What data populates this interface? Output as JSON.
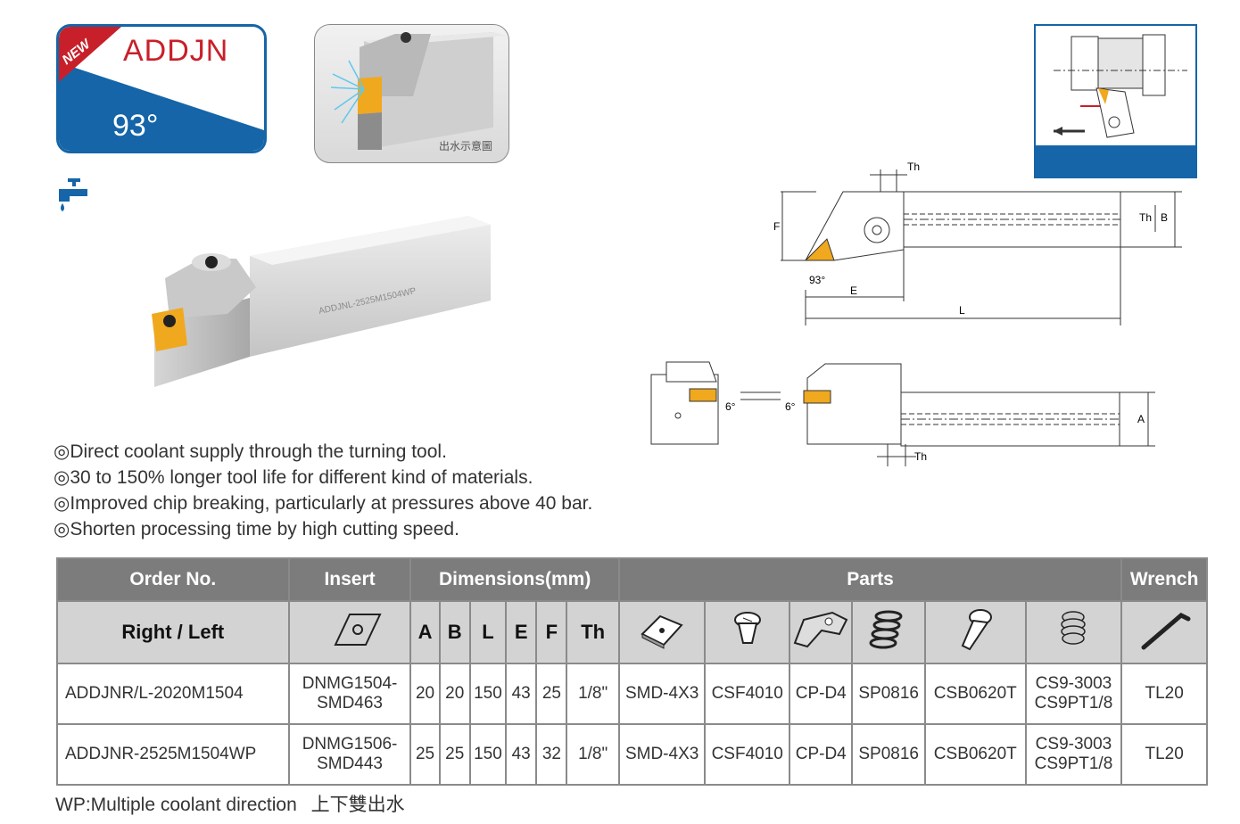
{
  "badge": {
    "new_label": "NEW",
    "model": "ADDJN",
    "angle": "93°"
  },
  "preview": {
    "caption": "出水示意圖"
  },
  "tool": {
    "engraving": "ADDJNL-2525M1504WP"
  },
  "drawing": {
    "th_label": "Th",
    "b_label": "B",
    "f_label": "F",
    "e_label": "E",
    "l_label": "L",
    "a_label": "A",
    "angle_label": "93°",
    "rake_label": "6°"
  },
  "features": [
    "◎Direct coolant supply through the turning tool.",
    "◎30 to 150% longer tool life for different kind of materials.",
    "◎Improved chip breaking, particularly at pressures above 40 bar.",
    "◎Shorten processing time by high cutting speed."
  ],
  "table": {
    "headers": {
      "order": "Order No.",
      "insert": "Insert",
      "dimensions": "Dimensions(mm)",
      "parts": "Parts",
      "wrench": "Wrench"
    },
    "sub": {
      "order": "Right / Left",
      "a": "A",
      "b": "B",
      "l": "L",
      "e": "E",
      "f": "F",
      "th": "Th"
    },
    "rows": [
      {
        "order": "ADDJNR/L-2020M1504",
        "insert": [
          "DNMG1504-",
          "SMD463"
        ],
        "a": "20",
        "b": "20",
        "l": "150",
        "e": "43",
        "f": "25",
        "th": "1/8\"",
        "p1": "SMD-4X3",
        "p2": "CSF4010",
        "p3": "CP-D4",
        "p4": "SP0816",
        "p5": "CSB0620T",
        "p6": [
          "CS9-3003",
          "CS9PT1/8"
        ],
        "wrench": "TL20"
      },
      {
        "order": "ADDJNR-2525M1504WP",
        "insert": [
          "DNMG1506-",
          "SMD443"
        ],
        "a": "25",
        "b": "25",
        "l": "150",
        "e": "43",
        "f": "32",
        "th": "1/8\"",
        "p1": "SMD-4X3",
        "p2": "CSF4010",
        "p3": "CP-D4",
        "p4": "SP0816",
        "p5": "CSB0620T",
        "p6": [
          "CS9-3003",
          "CS9PT1/8"
        ],
        "wrench": "TL20"
      }
    ]
  },
  "footer": {
    "note": "WP:Multiple coolant direction",
    "note_cn": "上下雙出水"
  },
  "colors": {
    "brand_blue": "#1565a8",
    "accent_red": "#c8202a",
    "insert_orange": "#f0a81e"
  }
}
